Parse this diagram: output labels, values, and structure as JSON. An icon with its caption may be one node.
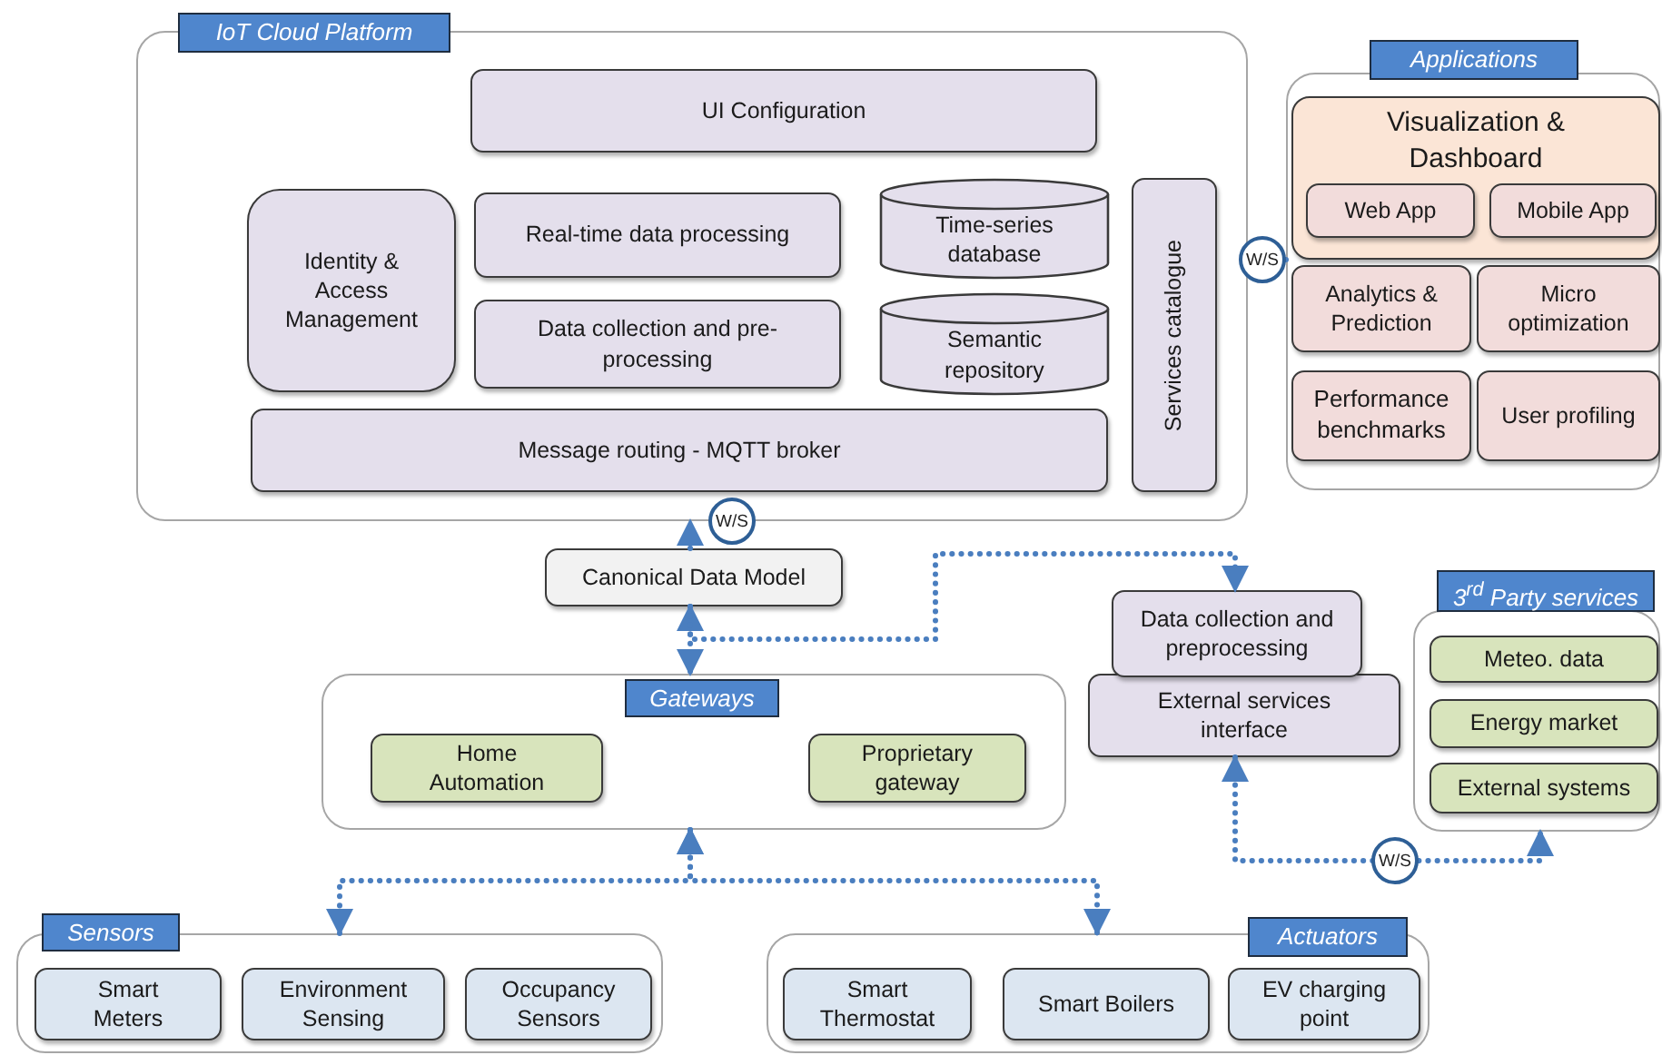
{
  "diagram": {
    "nodes": [
      {
        "text": [
          "IoT Cloud Platform"
        ]
      },
      {
        "text": [
          "UI Configuration"
        ],
        "in": 0
      },
      {
        "text": [
          "Identity & Access Management"
        ],
        "in": 0
      },
      {
        "text": [
          "Real-time data processing"
        ],
        "in": 0
      },
      {
        "text": [
          "Data collection and pre-processing"
        ],
        "in": 0
      },
      {
        "text": [
          "Time-series database"
        ],
        "in": 0
      },
      {
        "text": [
          "Semantic repository"
        ],
        "in": 0
      },
      {
        "text": [
          "Message routing - MQTT broker"
        ],
        "in": 0
      },
      {
        "text": [
          "Services catalogue"
        ],
        "in": 0
      },
      {
        "text": [
          "Applications"
        ]
      },
      {
        "text": [
          "Visualization & Dashboard"
        ],
        "in": 9
      },
      {
        "text": [
          "Web App"
        ],
        "in": 10
      },
      {
        "text": [
          "Mobile App"
        ],
        "in": 10
      },
      {
        "text": [
          "Analytics & Prediction"
        ],
        "in": 9
      },
      {
        "text": [
          "Micro optimization"
        ],
        "in": 9
      },
      {
        "text": [
          "Performance benchmarks"
        ],
        "in": 9
      },
      {
        "text": [
          "User profiling"
        ],
        "in": 9
      },
      {
        "text": [
          "Canonical Data Model"
        ]
      },
      {
        "text": [
          "Data collection and preprocessing"
        ]
      },
      {
        "text": [
          "External services interface"
        ]
      },
      {
        "text": [
          "3$^{rd}$ Party services"
        ]
      },
      {
        "text": [
          "Meteo. data"
        ],
        "in": 20
      },
      {
        "text": [
          "Energy market"
        ],
        "in": 20
      },
      {
        "text": [
          "External systems"
        ],
        "in": 20
      },
      {
        "text": [
          "Gateways"
        ]
      },
      {
        "text": [
          "Home Automation"
        ],
        "in": 24
      },
      {
        "text": [
          "Proprietary gateway"
        ],
        "in": 24
      },
      {
        "text": [
          "Sensors"
        ]
      },
      {
        "text": [
          "Smart Meters"
        ],
        "in": 27
      },
      {
        "text": [
          "Environment Sensing"
        ],
        "in": 27
      },
      {
        "text": [
          "Occupancy Sensors"
        ],
        "in": 27
      },
      {
        "text": [
          "Actuators"
        ]
      },
      {
        "text": [
          "Smart Thermostat"
        ],
        "in": 31
      },
      {
        "text": [
          "Smart Boilers"
        ],
        "in": 31
      },
      {
        "text": [
          "EV charging point"
        ],
        "in": 31
      }
    ],
    "edges": [
      {
        "from": 17,
        "to": 0,
        "arrow": "to",
        "label": "W/S",
        "style": "dashed"
      },
      {
        "from": 0,
        "to": 9,
        "arrow": "none",
        "label": "W/S"
      },
      {
        "from": 17,
        "to": 24,
        "arrow": "both",
        "style": "dashed"
      },
      {
        "from": 17,
        "to": 18,
        "arrow": "to",
        "style": "dashed"
      },
      {
        "from": 24,
        "to": 27,
        "arrow": "both",
        "style": "dashed"
      },
      {
        "from": 24,
        "to": 31,
        "arrow": "both",
        "style": "dashed"
      },
      {
        "from": 19,
        "to": 20,
        "arrow": "both",
        "label": "W/S",
        "style": "dashed"
      }
    ]
  }
}
